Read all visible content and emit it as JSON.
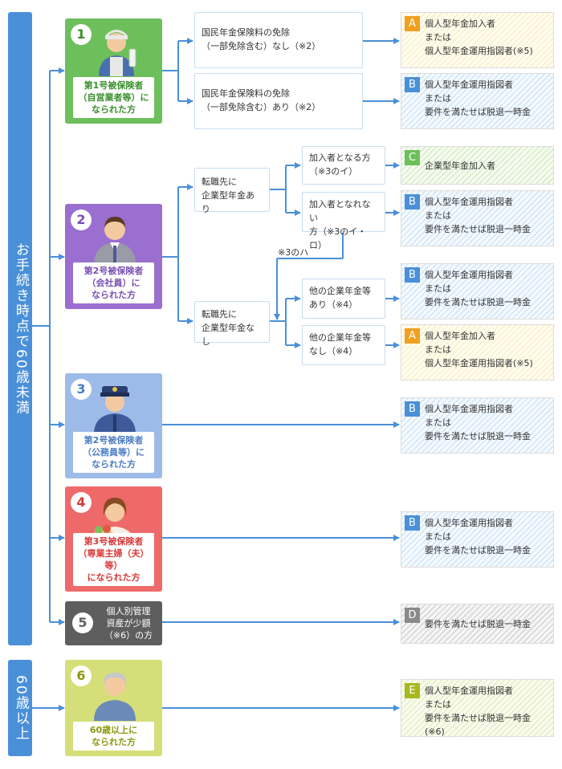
{
  "sidebars": {
    "under60": "お手続き時点で60歳未満",
    "over60": "60歳以上"
  },
  "cards": [
    {
      "num": "1",
      "label": "第1号被保険者\n（自営業者等）に\nなられた方",
      "color": "#6dbf5c",
      "text_color": "#3a8f2e"
    },
    {
      "num": "2",
      "label": "第2号被保険者\n（会社員）に\nなられた方",
      "color": "#9a6fd0",
      "text_color": "#7a4fb5"
    },
    {
      "num": "3",
      "label": "第2号被保険者\n（公務員等）に\nなられた方",
      "color": "#9dbbe8",
      "text_color": "#4a7cc7"
    },
    {
      "num": "4",
      "label": "第3号被保険者\n（専業主婦（夫）等）\nになられた方",
      "color": "#ee6a6a",
      "text_color": "#d83a3a"
    },
    {
      "num": "5",
      "label": "個人別管理\n資産が少額\n（※6）の方",
      "color": "#5e5e5e",
      "text_color": "#ffffff"
    },
    {
      "num": "6",
      "label": "60歳以上に\nなられた方",
      "color": "#d6de7a",
      "text_color": "#8a9a10"
    }
  ],
  "conditions": {
    "exempt_none": "国民年金保険料の免除\n（一部免除含む）なし（※2）",
    "exempt_yes": "国民年金保険料の免除\n（一部免除含む）あり（※2）",
    "corp_yes": "転職先に\n企業型年金あり",
    "corp_no": "転職先に\n企業型年金なし",
    "member_yes": "加入者となる方\n（※3のイ）",
    "member_no": "加入者となれない\n方（※3のイ・ロ）",
    "other_yes": "他の企業年金等\nあり（※4）",
    "other_no": "他の企業年金等\nなし（※4）",
    "note_3ha": "※3のハ"
  },
  "results": [
    {
      "tag": "A",
      "text": "個人型年金加入者\nまたは\n個人型年金運用指図者(※5)",
      "color": "#f0a020"
    },
    {
      "tag": "B",
      "text": "個人型年金運用指図者\nまたは\n要件を満たせば脱退一時金",
      "color": "#4a90d9"
    },
    {
      "tag": "C",
      "text": "企業型年金加入者",
      "color": "#6dbf5c"
    },
    {
      "tag": "B",
      "text": "個人型年金運用指図者\nまたは\n要件を満たせば脱退一時金",
      "color": "#4a90d9"
    },
    {
      "tag": "B",
      "text": "個人型年金運用指図者\nまたは\n要件を満たせば脱退一時金",
      "color": "#4a90d9"
    },
    {
      "tag": "A",
      "text": "個人型年金加入者\nまたは\n個人型年金運用指図者(※5)",
      "color": "#f0a020"
    },
    {
      "tag": "B",
      "text": "個人型年金運用指図者\nまたは\n要件を満たせば脱退一時金",
      "color": "#4a90d9"
    },
    {
      "tag": "B",
      "text": "個人型年金運用指図者\nまたは\n要件を満たせば脱退一時金",
      "color": "#4a90d9"
    },
    {
      "tag": "D",
      "text": "要件を満たせば脱退一時金",
      "color": "#8a8a8a"
    },
    {
      "tag": "E",
      "text": "個人型年金運用指図者\nまたは\n要件を満たせば脱退一時金(※6)",
      "color": "#a8b820"
    }
  ],
  "line_color": "#4a90d9"
}
